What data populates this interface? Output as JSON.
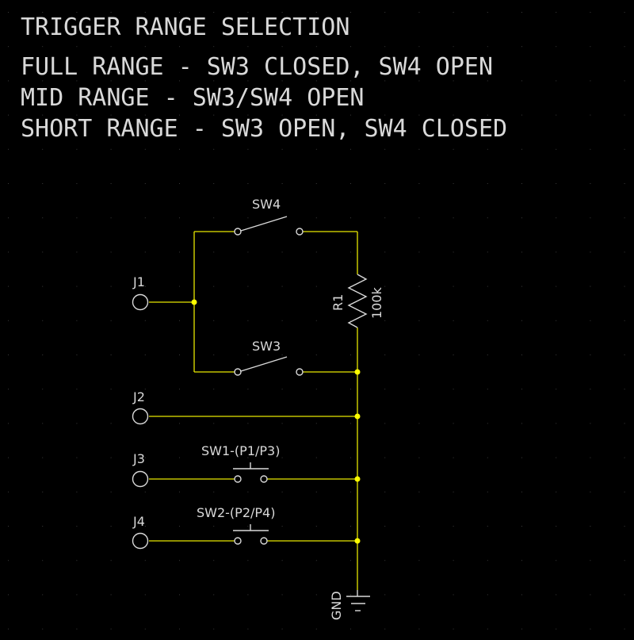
{
  "header": {
    "title": "TRIGGER RANGE SELECTION",
    "line1": "FULL RANGE - SW3 CLOSED, SW4 OPEN",
    "line2": "MID RANGE - SW3/SW4 OPEN",
    "line3": "SHORT RANGE - SW3 OPEN, SW4 CLOSED"
  },
  "labels": {
    "sw4": "SW4",
    "sw3": "SW3",
    "j1": "J1",
    "j2": "J2",
    "j3": "J3",
    "j4": "J4",
    "r1": "R1",
    "r1_value": "100k",
    "sw1": "SW1-(P1/P3)",
    "sw2": "SW2-(P2/P4)",
    "gnd": "GND"
  },
  "colors": {
    "background": "#000000",
    "wire": "#e6e600",
    "junction": "#ffff00",
    "text": "#d9d9d9",
    "grid_dot": "#3a3a3a"
  }
}
